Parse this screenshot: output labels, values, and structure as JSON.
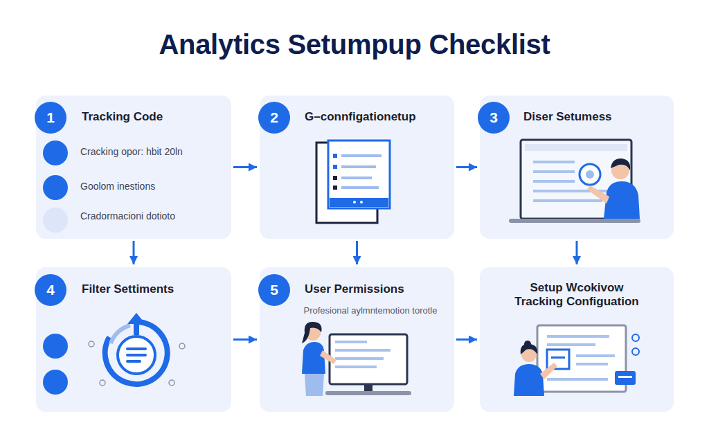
{
  "diagram": {
    "title": "Analytics Setumpup Checklist",
    "nodes": [
      {
        "text": [
          "Tracking Code",
          "Cracking opor: hbit 20ln",
          "Goolom inestions",
          "Cradormacioni dotioto"
        ]
      },
      {
        "text": [
          "1"
        ],
        "in": 0
      },
      {
        "text": [
          "G–connfigationetup"
        ]
      },
      {
        "text": [
          "2"
        ],
        "in": 2
      },
      {
        "text": [
          "Diser Setumess"
        ]
      },
      {
        "text": [
          "3"
        ],
        "in": 4
      },
      {
        "text": [
          "Filter Settiments"
        ]
      },
      {
        "text": [
          "4"
        ],
        "in": 6
      },
      {
        "text": [
          "User Permissions",
          "Profesional aylmntemotion torotle"
        ]
      },
      {
        "text": [
          "5"
        ],
        "in": 8
      },
      {
        "text": [
          "Setup Wcokivow Tracking Configuation"
        ]
      }
    ],
    "edges": [
      {
        "from": 0,
        "to": 2,
        "arrow": "to"
      },
      {
        "from": 2,
        "to": 4,
        "arrow": "to"
      },
      {
        "from": 0,
        "to": 6,
        "arrow": "to"
      },
      {
        "from": 2,
        "to": 8,
        "arrow": "to"
      },
      {
        "from": 4,
        "to": 10,
        "arrow": "to"
      },
      {
        "from": 6,
        "to": 8,
        "arrow": "to"
      },
      {
        "from": 8,
        "to": 10,
        "arrow": "to"
      }
    ]
  }
}
